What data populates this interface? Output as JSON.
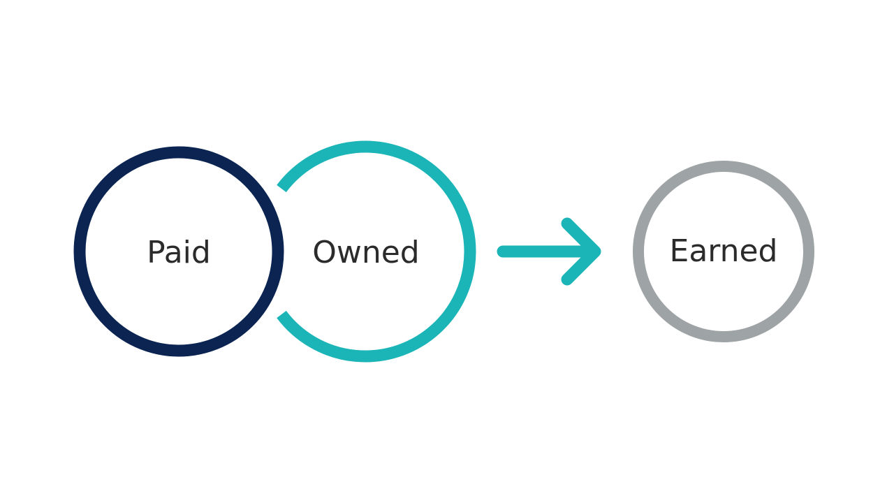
{
  "diagram": {
    "nodes": [
      {
        "id": "paid",
        "label": "Paid",
        "color": "#0b2452"
      },
      {
        "id": "owned",
        "label": "Owned",
        "color": "#1bb5b8"
      },
      {
        "id": "earned",
        "label": "Earned",
        "color": "#9ea3a6"
      }
    ],
    "arrow": {
      "from": "owned",
      "to": "earned",
      "color": "#1bb5b8"
    },
    "text_color": "#2b2b2b"
  }
}
